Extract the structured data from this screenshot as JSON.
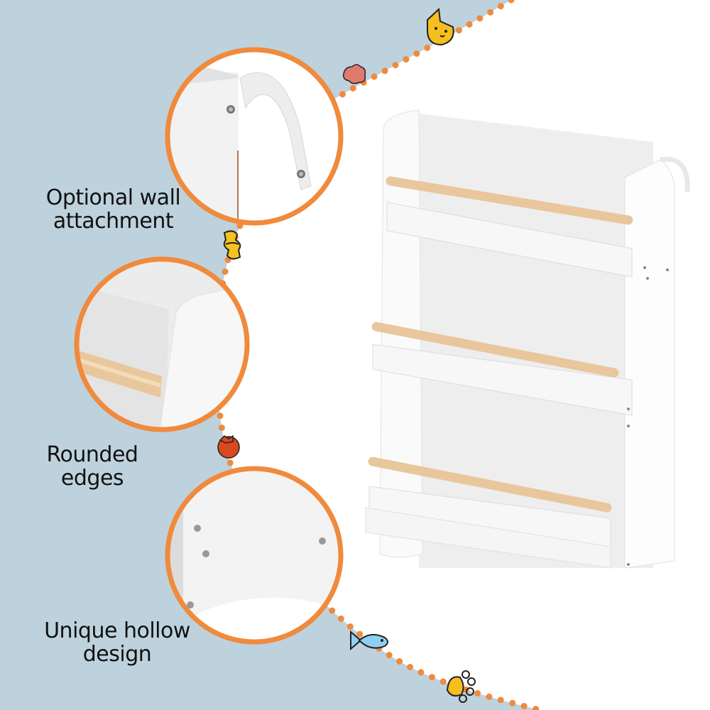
{
  "colors": {
    "background_blue": "#bdd2dd",
    "background_white": "#ffffff",
    "accent_orange": "#f08a3c",
    "wood": "#e9c79c",
    "shelf_white": "#f4f4f4",
    "text": "#111111"
  },
  "features": [
    {
      "id": "wall-attachment",
      "line1": "Optional wall",
      "line2": "attachment"
    },
    {
      "id": "rounded-edges",
      "line1": "Rounded",
      "line2": "edges"
    },
    {
      "id": "hollow-design",
      "line1": "Unique hollow",
      "line2": "design"
    }
  ],
  "doodles": [
    "cat-icon",
    "meat-icon",
    "candy-icon",
    "tomato-icon",
    "fish-icon",
    "paw-icon"
  ],
  "product": {
    "name": "kids bookshelf",
    "tiers": 3,
    "rod_material": "wood"
  }
}
